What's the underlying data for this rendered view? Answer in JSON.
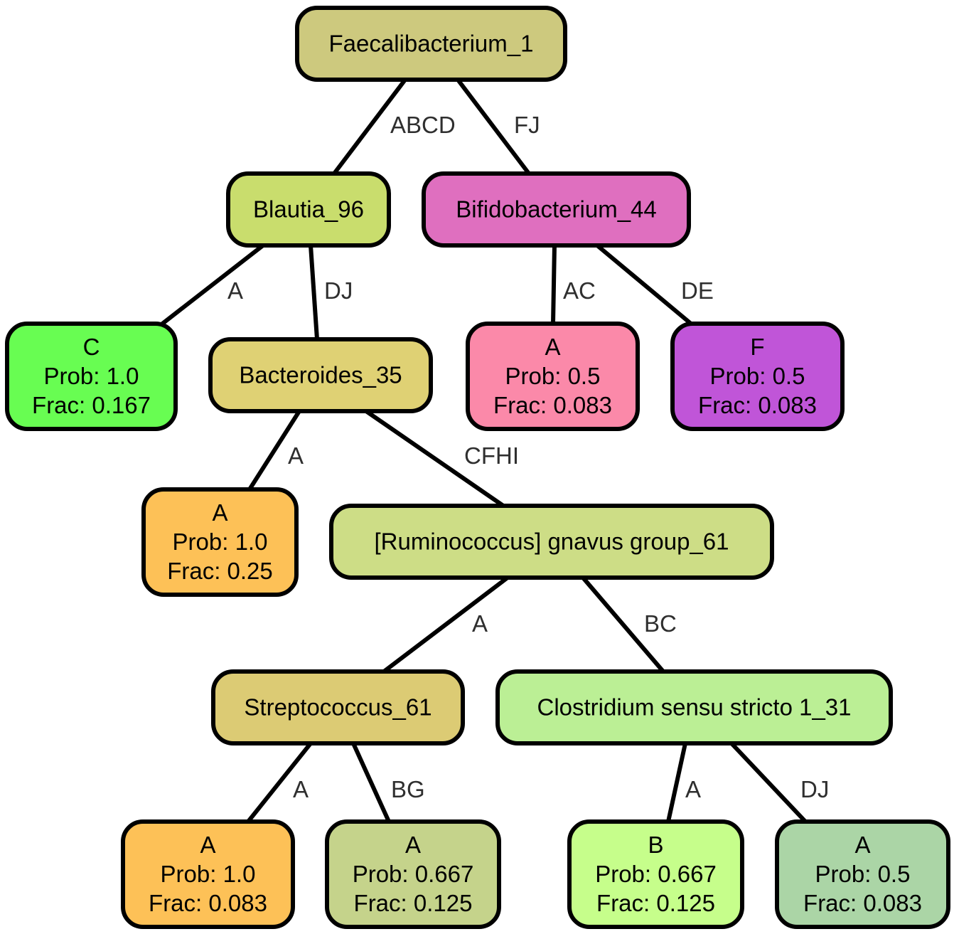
{
  "nodes": [
    {
      "id": "root",
      "lines": [
        "Faecalibacterium_1"
      ],
      "color": "#cdc97e"
    },
    {
      "id": "blautia",
      "lines": [
        "Blautia_96"
      ],
      "color": "#c9dd6d"
    },
    {
      "id": "bifido",
      "lines": [
        "Bifidobacterium_44"
      ],
      "color": "#df6fbf"
    },
    {
      "id": "leaf_c",
      "lines": [
        "C",
        "Prob: 1.0",
        "Frac: 0.167"
      ],
      "color": "#68fd52"
    },
    {
      "id": "bacteroides",
      "lines": [
        "Bacteroides_35"
      ],
      "color": "#dfd174"
    },
    {
      "id": "leaf_a_ac",
      "lines": [
        "A",
        "Prob: 0.5",
        "Frac: 0.083"
      ],
      "color": "#fb89a9"
    },
    {
      "id": "leaf_f",
      "lines": [
        "F",
        "Prob: 0.5",
        "Frac: 0.083"
      ],
      "color": "#c055d8"
    },
    {
      "id": "leaf_a_bac",
      "lines": [
        "A",
        "Prob: 1.0",
        "Frac: 0.25"
      ],
      "color": "#fdc157"
    },
    {
      "id": "rumino",
      "lines": [
        "[Ruminococcus] gnavus group_61"
      ],
      "color": "#cddd86"
    },
    {
      "id": "strepto",
      "lines": [
        "Streptococcus_61"
      ],
      "color": "#dccb74"
    },
    {
      "id": "clostri",
      "lines": [
        "Clostridium sensu stricto 1_31"
      ],
      "color": "#bbef95"
    },
    {
      "id": "leaf_a_str",
      "lines": [
        "A",
        "Prob: 1.0",
        "Frac: 0.083"
      ],
      "color": "#fdc157"
    },
    {
      "id": "leaf_a_bg",
      "lines": [
        "A",
        "Prob: 0.667",
        "Frac: 0.125"
      ],
      "color": "#c5d38b"
    },
    {
      "id": "leaf_b",
      "lines": [
        "B",
        "Prob: 0.667",
        "Frac: 0.125"
      ],
      "color": "#c6fe8b"
    },
    {
      "id": "leaf_a_dj",
      "lines": [
        "A",
        "Prob: 0.5",
        "Frac: 0.083"
      ],
      "color": "#abd5a6"
    }
  ],
  "edges": [
    {
      "from": "root",
      "to": "blautia",
      "label": "ABCD"
    },
    {
      "from": "root",
      "to": "bifido",
      "label": "FJ"
    },
    {
      "from": "blautia",
      "to": "leaf_c",
      "label": "A"
    },
    {
      "from": "blautia",
      "to": "bacteroides",
      "label": "DJ"
    },
    {
      "from": "bifido",
      "to": "leaf_a_ac",
      "label": "AC"
    },
    {
      "from": "bifido",
      "to": "leaf_f",
      "label": "DE"
    },
    {
      "from": "bacteroides",
      "to": "leaf_a_bac",
      "label": "A"
    },
    {
      "from": "bacteroides",
      "to": "rumino",
      "label": "CFHI"
    },
    {
      "from": "rumino",
      "to": "strepto",
      "label": "A"
    },
    {
      "from": "rumino",
      "to": "clostri",
      "label": "BC"
    },
    {
      "from": "strepto",
      "to": "leaf_a_str",
      "label": "A"
    },
    {
      "from": "strepto",
      "to": "leaf_a_bg",
      "label": "BG"
    },
    {
      "from": "clostri",
      "to": "leaf_b",
      "label": "A"
    },
    {
      "from": "clostri",
      "to": "leaf_a_dj",
      "label": "DJ"
    }
  ]
}
